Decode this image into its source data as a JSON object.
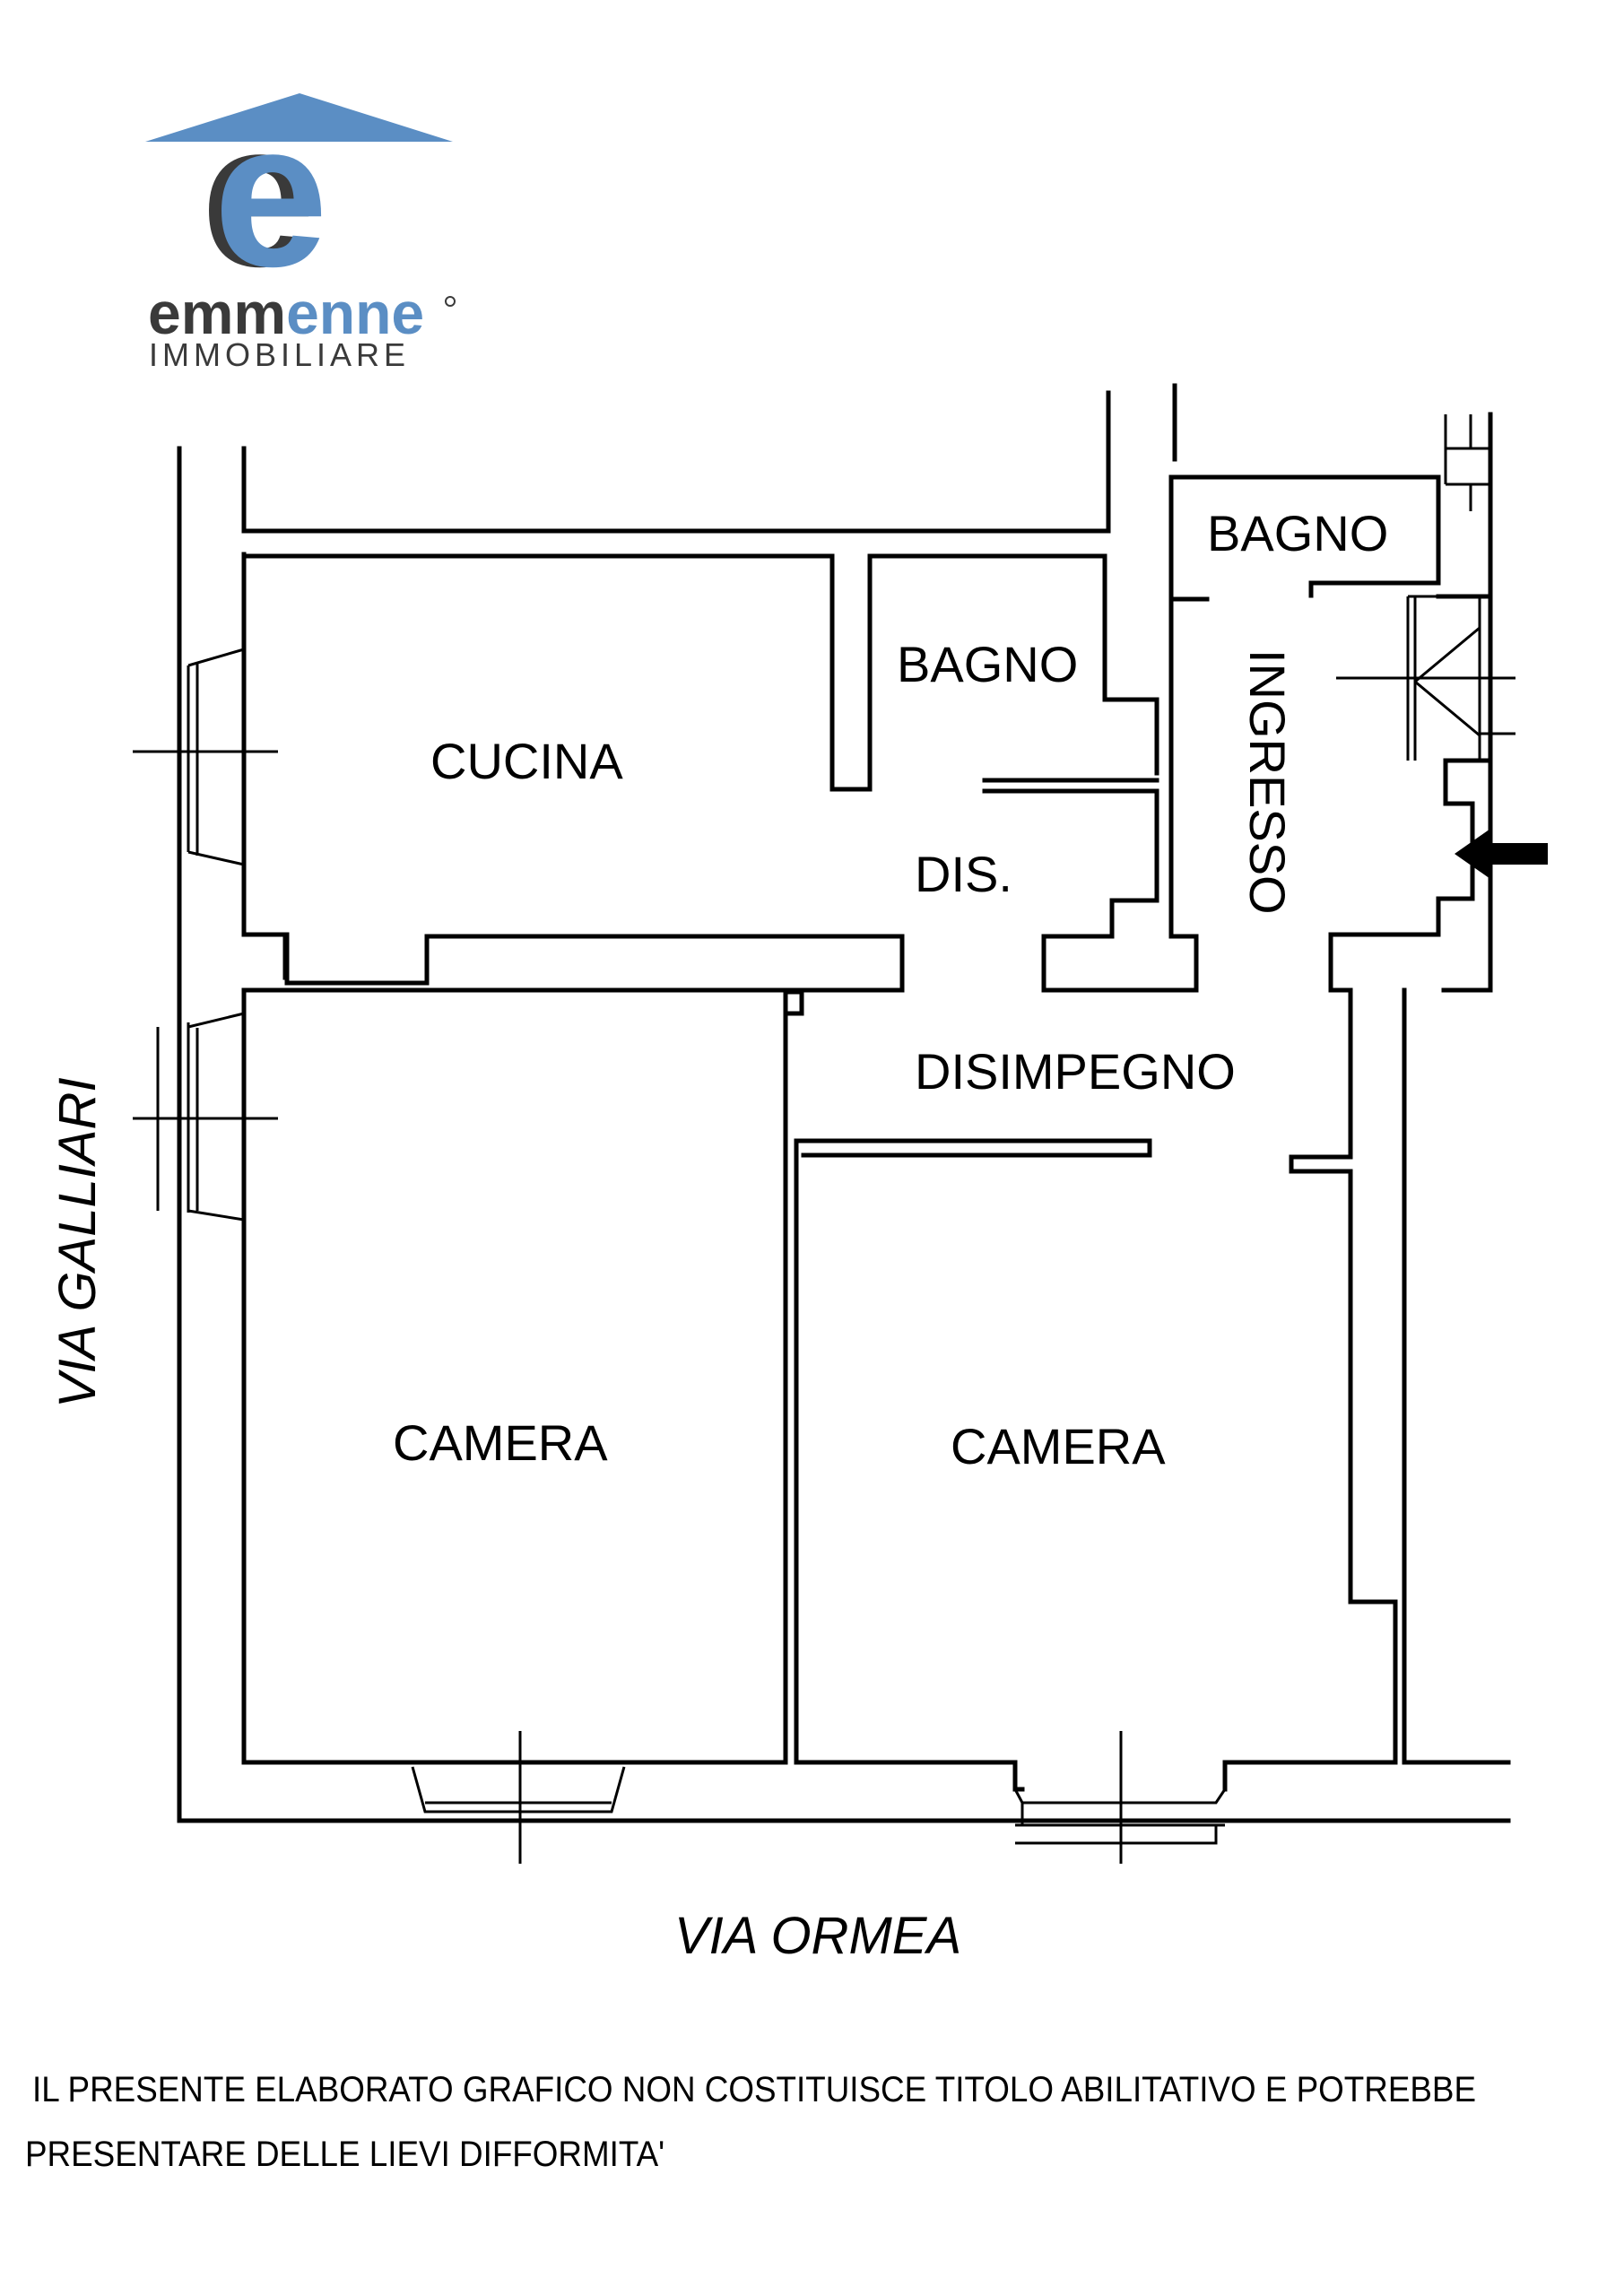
{
  "logo": {
    "letter": "e",
    "brand_first": "emm",
    "brand_second": "enne",
    "tagline": "IMMOBILIARE",
    "colors": {
      "roof": "#5b8ec4",
      "dark": "#3a3a3a",
      "accent": "#5b8ec4"
    }
  },
  "rooms": {
    "cucina": "CUCINA",
    "bagno_centrale": "BAGNO",
    "bagno_ingresso": "BAGNO",
    "dis": "DIS.",
    "ingresso": "INGRESSO",
    "disimpegno": "DISIMPEGNO",
    "camera_sinistra": "CAMERA",
    "camera_destra": "CAMERA"
  },
  "streets": {
    "left": "VIA GALLIARI",
    "bottom": "VIA ORMEA"
  },
  "entrance_arrow_icon": "arrow-left-icon",
  "disclaimer": {
    "line1": "IL PRESENTE ELABORATO GRAFICO NON COSTITUISCE TITOLO ABILITATIVO E POTREBBE",
    "line2": "PRESENTARE DELLE LIEVI DIFFORMITA'"
  }
}
